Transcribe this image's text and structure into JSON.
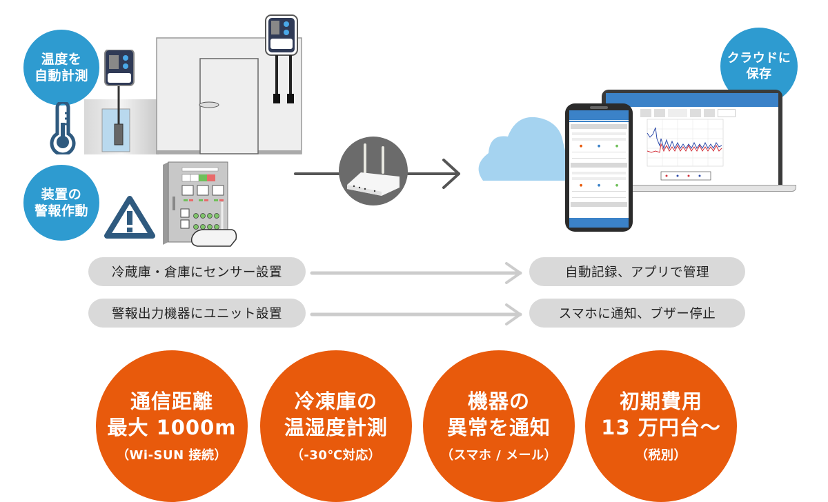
{
  "badges": {
    "temperature": {
      "line1": "温度を",
      "line2": "自動計測"
    },
    "alarm": {
      "line1": "装置の",
      "line2": "警報作動"
    },
    "cloud": {
      "line1": "クラウドに",
      "line2": "保存"
    }
  },
  "flows": [
    {
      "source": "冷蔵庫・倉庫にセンサー設置",
      "result": "自動記録、アプリで管理"
    },
    {
      "source": "警報出力機器にユニット設置",
      "result": "スマホに通知、ブザー停止"
    }
  ],
  "features": [
    {
      "line1": "通信距離",
      "line2": "最大 1000m",
      "sub": "（Wi-SUN 接続）"
    },
    {
      "line1": "冷凍庫の",
      "line2": "温湿度計測",
      "sub": "（-30℃対応）"
    },
    {
      "line1": "機器の",
      "line2": "異常を通知",
      "sub": "（スマホ / メール）"
    },
    {
      "line1": "初期費用",
      "line2": "13 万円台〜",
      "sub": "（税別）"
    }
  ],
  "colors": {
    "badge_blue": "#2e9bd0",
    "feature_orange": "#e85a0c",
    "pill_gray": "#d9d9d9",
    "arrow_gray": "#cccccc",
    "icon_navy": "#2f5a7f",
    "cloud_blue": "#a5d3f0",
    "app_blue": "#2f7fd0"
  },
  "icons": {
    "thermometer": "thermometer-icon",
    "warning": "warning-triangle-icon",
    "router": "wireless-router-icon",
    "cloud": "cloud-icon"
  }
}
